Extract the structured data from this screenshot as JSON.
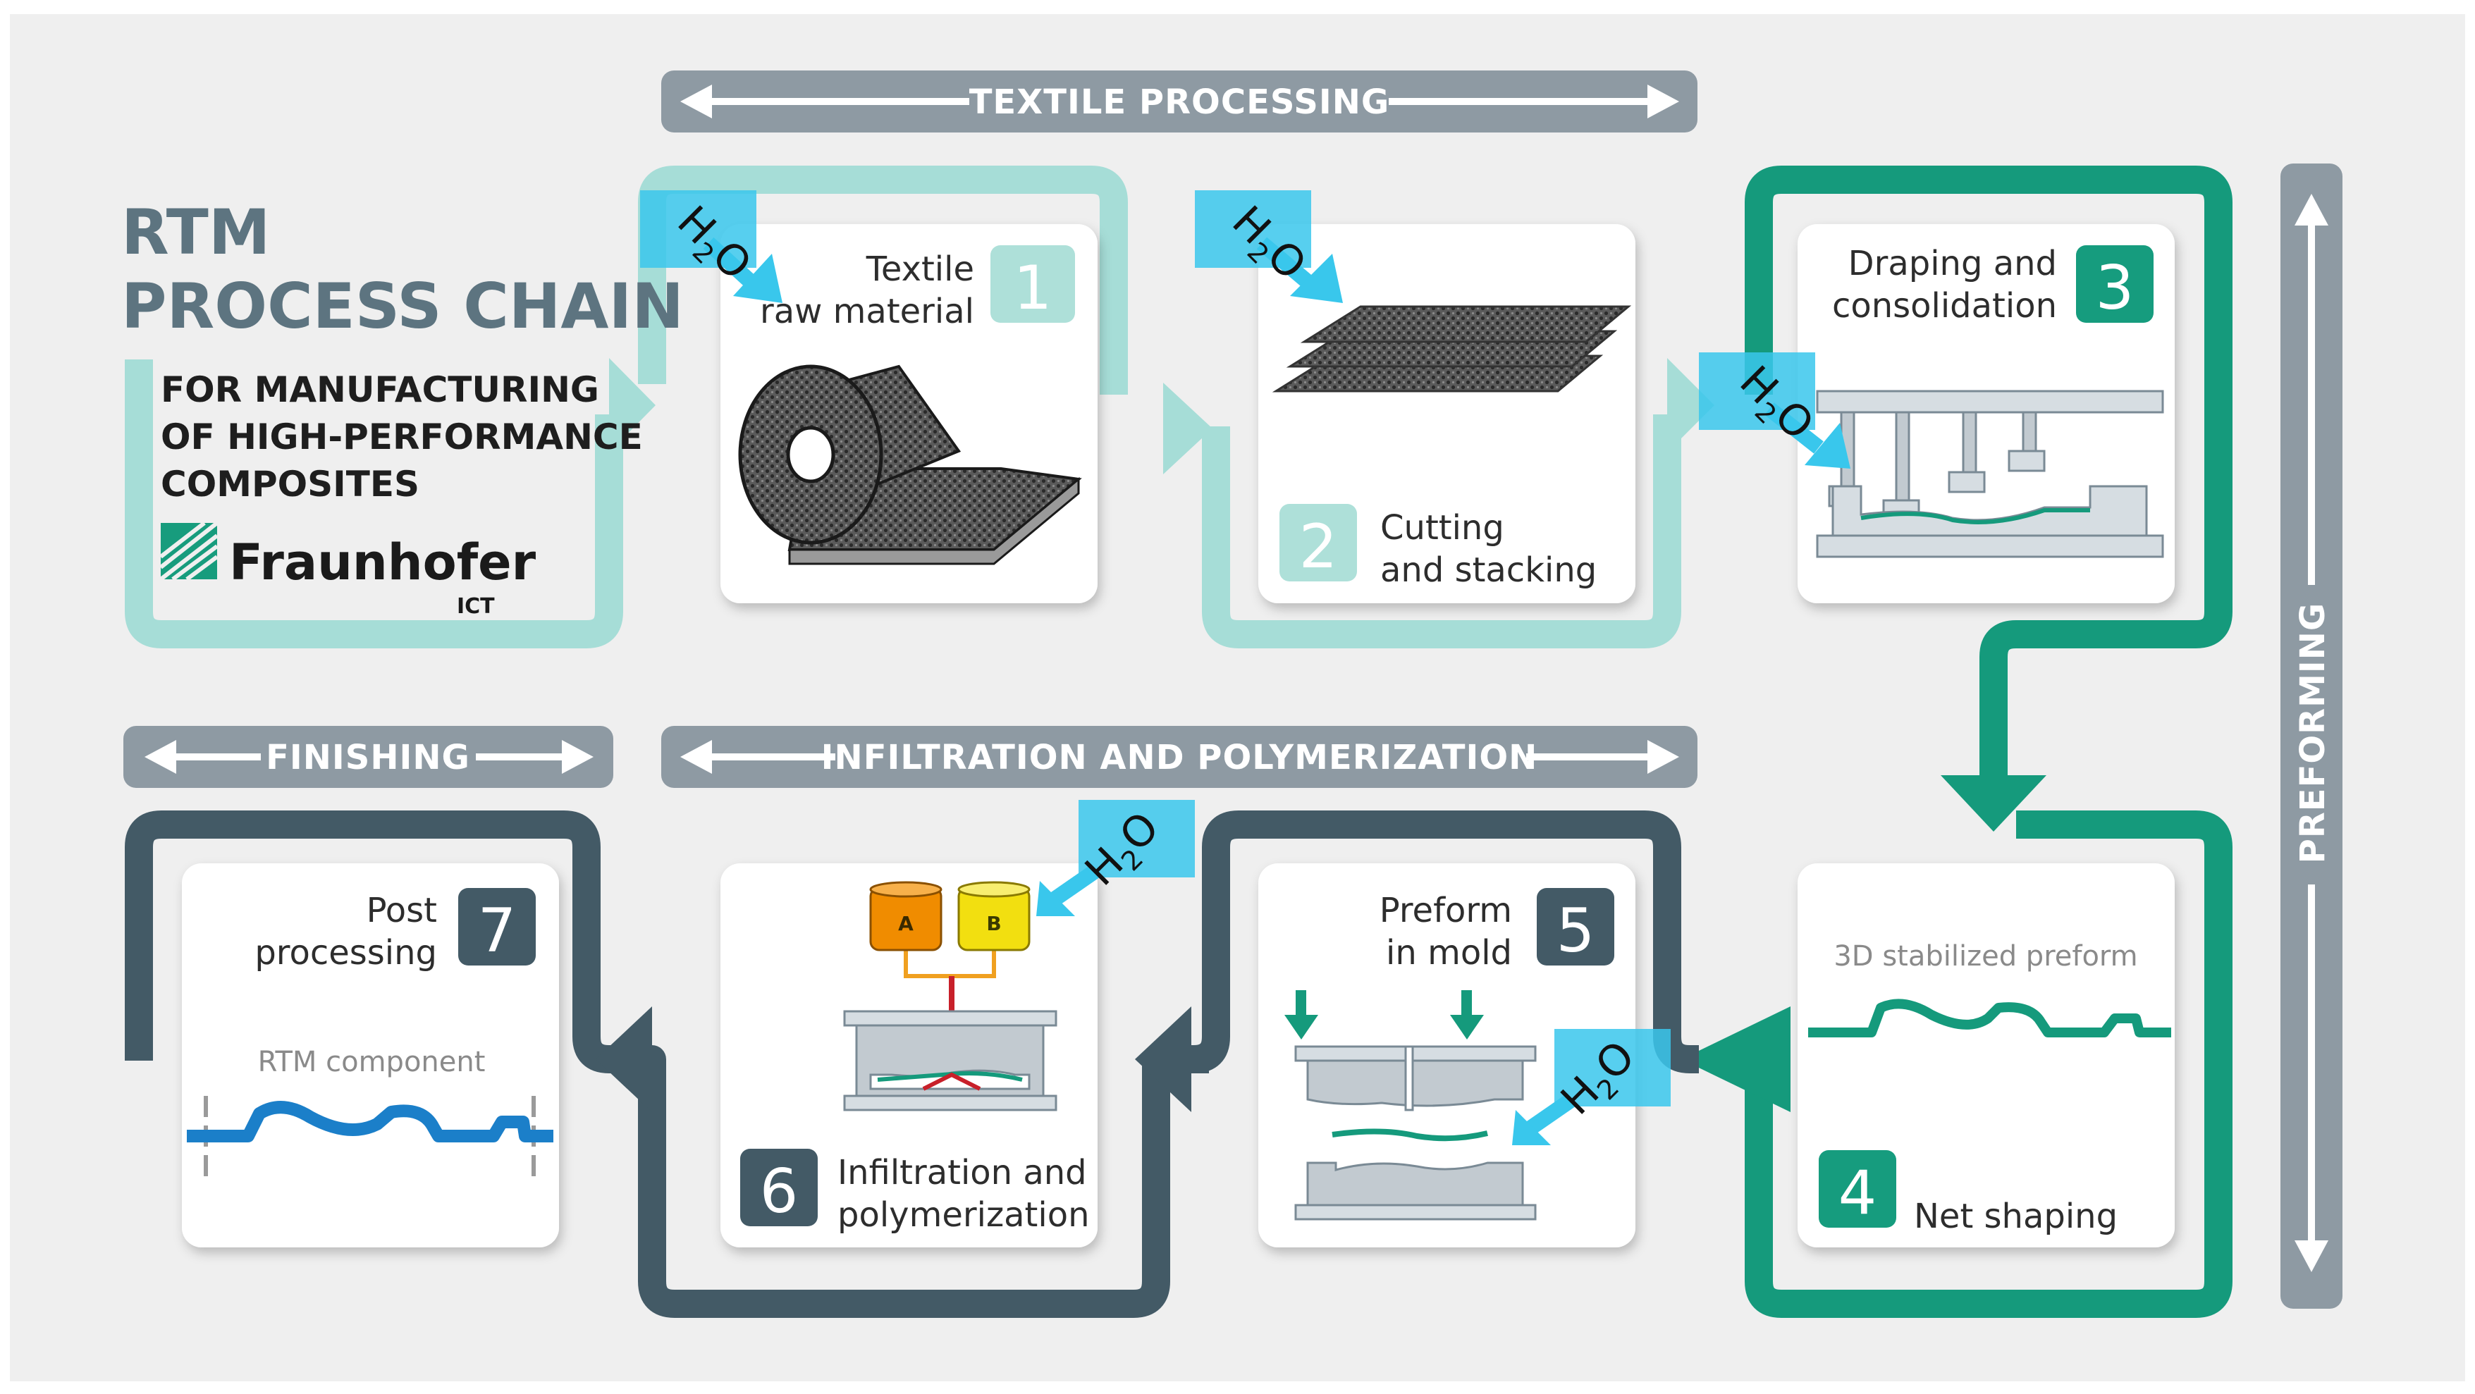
{
  "title": {
    "line1": "RTM",
    "line2": "PROCESS CHAIN",
    "subtitle1": "FOR MANUFACTURING",
    "subtitle2": "OF HIGH-PERFORMANCE",
    "subtitle3": "COMPOSITES"
  },
  "logo": {
    "name": "Fraunhofer",
    "sub": "ICT"
  },
  "banners": {
    "textile": "TEXTILE PROCESSING",
    "preforming": "PREFORMING",
    "infiltration": "INFILTRATION AND POLYMERIZATION",
    "finishing": "FINISHING"
  },
  "h2o": {
    "h": "H",
    "sub": "2",
    "o": "O"
  },
  "steps": [
    {
      "number": "1",
      "line1": "Textile",
      "line2": "raw material"
    },
    {
      "number": "2",
      "line1": "Cutting",
      "line2": "and stacking"
    },
    {
      "number": "3",
      "line1": "Draping and",
      "line2": "consolidation"
    },
    {
      "number": "4",
      "line1": "Net shaping",
      "caption": "3D stabilized preform"
    },
    {
      "number": "5",
      "line1": "Preform",
      "line2": "in mold"
    },
    {
      "number": "6",
      "line1": "Infiltration and",
      "line2": "polymerization",
      "tankA": "A",
      "tankB": "B"
    },
    {
      "number": "7",
      "line1": "Post",
      "line2": "processing",
      "caption": "RTM component"
    }
  ],
  "colors": {
    "background": "#efefef",
    "light_teal": "#a6ddd7",
    "teal": "#159a7c",
    "dark_slate": "#435a66",
    "banner_grey": "#8e9aa3",
    "h2o_blue": "#39c7ec",
    "number_light": "#aee0d9",
    "number_teal": "#169c7e",
    "number_dark": "#435a66",
    "part_blue": "#1b7fc9"
  }
}
